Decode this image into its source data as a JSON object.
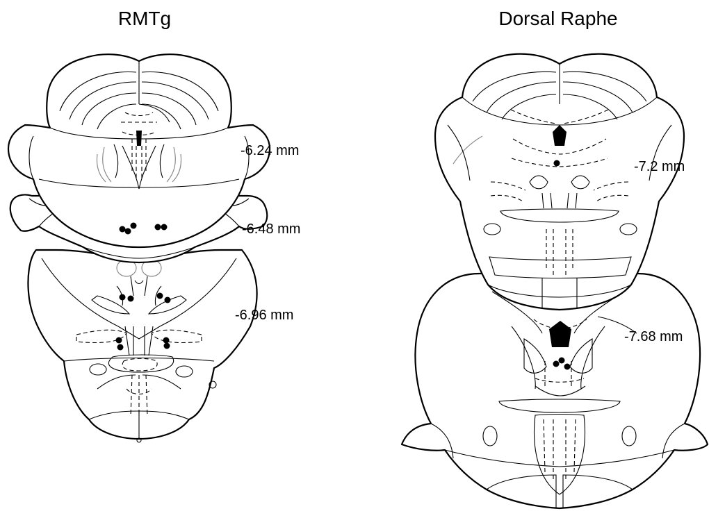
{
  "panels": [
    {
      "title": "RMTg",
      "sections": [
        {
          "level": "-6.24 mm",
          "marks": 0
        },
        {
          "level": "-6.48 mm",
          "marks": 5
        },
        {
          "level": "-6.96 mm",
          "marks": 8
        }
      ]
    },
    {
      "title": "Dorsal Raphe",
      "sections": [
        {
          "level": "-7.2 mm",
          "marks": 1
        },
        {
          "level": "-7.68 mm",
          "marks": 3
        }
      ]
    }
  ],
  "colors": {
    "line": "#000000",
    "background": "#ffffff",
    "faint_line": "#8a8a8a",
    "marker": "#000000"
  }
}
